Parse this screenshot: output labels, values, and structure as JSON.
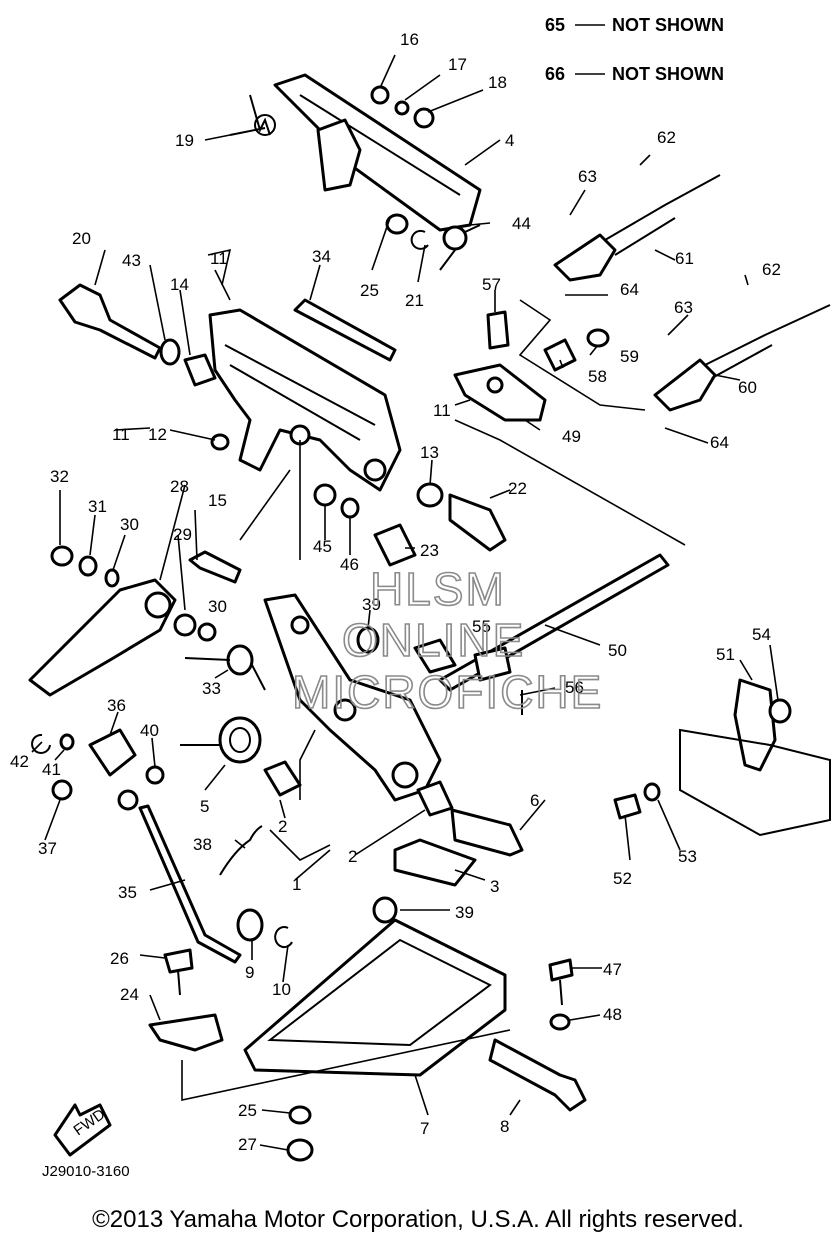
{
  "notes": [
    {
      "num": "65",
      "text": "NOT SHOWN"
    },
    {
      "num": "66",
      "text": "NOT SHOWN"
    }
  ],
  "watermark": [
    "HLSM",
    "ONLINE",
    "MICROFICHE"
  ],
  "drawing_code": "J29010-3160",
  "fwd_label": "FWD",
  "copyright": "©2013 Yamaha Motor Corporation, U.S.A. All rights reserved.",
  "callouts": [
    "16",
    "17",
    "18",
    "19",
    "4",
    "62",
    "63",
    "44",
    "61",
    "20",
    "43",
    "11",
    "34",
    "14",
    "25",
    "21",
    "57",
    "64",
    "62",
    "63",
    "59",
    "58",
    "60",
    "11",
    "12",
    "13",
    "22",
    "64",
    "49",
    "32",
    "31",
    "30",
    "28",
    "15",
    "29",
    "45",
    "46",
    "23",
    "39",
    "55",
    "30",
    "50",
    "33",
    "56",
    "51",
    "54",
    "42",
    "36",
    "40",
    "41",
    "37",
    "5",
    "2",
    "6",
    "2",
    "53",
    "52",
    "38",
    "3",
    "39",
    "1",
    "35",
    "26",
    "9",
    "10",
    "47",
    "24",
    "48",
    "25",
    "7",
    "8",
    "27"
  ]
}
